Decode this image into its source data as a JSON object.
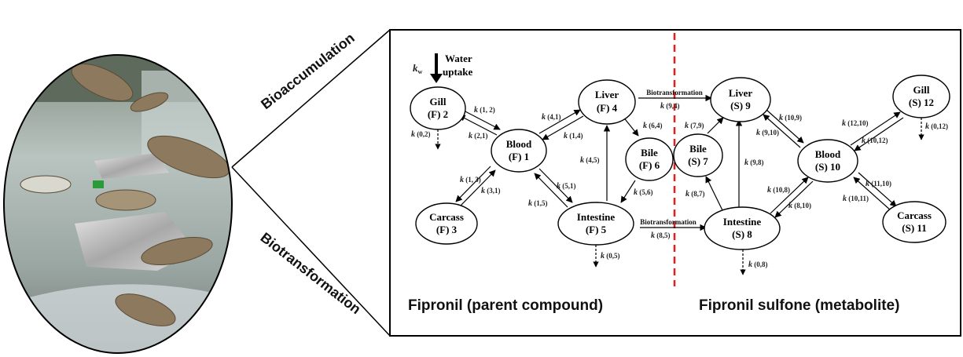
{
  "side_labels": {
    "top": "Bioaccumulation",
    "bottom": "Biotransformation"
  },
  "photo": {
    "description_icon": "fish-tank-photo"
  },
  "uptake": {
    "k": "k",
    "k_sub": "w",
    "line1": "Water",
    "line2": "uptake"
  },
  "nodes": [
    {
      "id": "gill_f",
      "line1": "Gill",
      "line2": "(F) 2"
    },
    {
      "id": "blood_f",
      "line1": "Blood",
      "line2": "(F) 1"
    },
    {
      "id": "liver_f",
      "line1": "Liver",
      "line2": "(F) 4"
    },
    {
      "id": "bile_f",
      "line1": "Bile",
      "line2": "(F) 6"
    },
    {
      "id": "carcass_f",
      "line1": "Carcass",
      "line2": "(F) 3"
    },
    {
      "id": "intestine_f",
      "line1": "Intestine",
      "line2": "(F) 5"
    },
    {
      "id": "liver_s",
      "line1": "Liver",
      "line2": "(S) 9"
    },
    {
      "id": "bile_s",
      "line1": "Bile",
      "line2": "(S) 7"
    },
    {
      "id": "intestine_s",
      "line1": "Intestine",
      "line2": "(S) 8"
    },
    {
      "id": "blood_s",
      "line1": "Blood",
      "line2": "(S) 10"
    },
    {
      "id": "gill_s",
      "line1": "Gill",
      "line2": "(S) 12"
    },
    {
      "id": "carcass_s",
      "line1": "Carcass",
      "line2": "(S) 11"
    }
  ],
  "rates": [
    {
      "id": "k12",
      "k": "k",
      "idx": " (1, 2)"
    },
    {
      "id": "k21",
      "k": "k",
      "idx": " (2,1)"
    },
    {
      "id": "k02",
      "k": "k",
      "idx": " (0,2)"
    },
    {
      "id": "k41",
      "k": "k",
      "idx": " (4,1)"
    },
    {
      "id": "k14",
      "k": "k",
      "idx": " (1,4)"
    },
    {
      "id": "k64",
      "k": "k",
      "idx": " (6,4)"
    },
    {
      "id": "k13",
      "k": "k",
      "idx": " (1, 3)"
    },
    {
      "id": "k31",
      "k": "k",
      "idx": " (3,1)"
    },
    {
      "id": "k45",
      "k": "k",
      "idx": " (4,5)"
    },
    {
      "id": "k51",
      "k": "k",
      "idx": " (5,1)"
    },
    {
      "id": "k15",
      "k": "k",
      "idx": " (1,5)"
    },
    {
      "id": "k56",
      "k": "k",
      "idx": " (5,6)"
    },
    {
      "id": "k05",
      "k": "k",
      "idx": " (0,5)"
    },
    {
      "id": "k94",
      "k": "k",
      "idx": " (9,4)"
    },
    {
      "id": "k85",
      "k": "k",
      "idx": " (8,5)"
    },
    {
      "id": "k79",
      "k": "k",
      "idx": " (7,9)"
    },
    {
      "id": "k109",
      "k": "k",
      "idx": " (10,9)"
    },
    {
      "id": "k910",
      "k": "k",
      "idx": " (9,10)"
    },
    {
      "id": "k98",
      "k": "k",
      "idx": " (9,8)"
    },
    {
      "id": "k87",
      "k": "k",
      "idx": " (8,7)"
    },
    {
      "id": "k108",
      "k": "k",
      "idx": " (10,8)"
    },
    {
      "id": "k810",
      "k": "k",
      "idx": " (8,10)"
    },
    {
      "id": "k08",
      "k": "k",
      "idx": " (0,8)"
    },
    {
      "id": "k1210",
      "k": "k",
      "idx": " (12,10)"
    },
    {
      "id": "k1012",
      "k": "k",
      "idx": " (10,12)"
    },
    {
      "id": "k012",
      "k": "k",
      "idx": " (0,12)"
    },
    {
      "id": "k1110",
      "k": "k",
      "idx": " (11,10)"
    },
    {
      "id": "k1011",
      "k": "k",
      "idx": " (10,11)"
    }
  ],
  "biotransformation_labels": {
    "upper": "Biotransformation",
    "lower": "Biotransformation"
  },
  "captions": {
    "left": "Fipronil (parent compound)",
    "right": "Fipronil sulfone (metabolite)"
  },
  "colors": {
    "divider": "#e02020",
    "stroke": "#000000"
  }
}
